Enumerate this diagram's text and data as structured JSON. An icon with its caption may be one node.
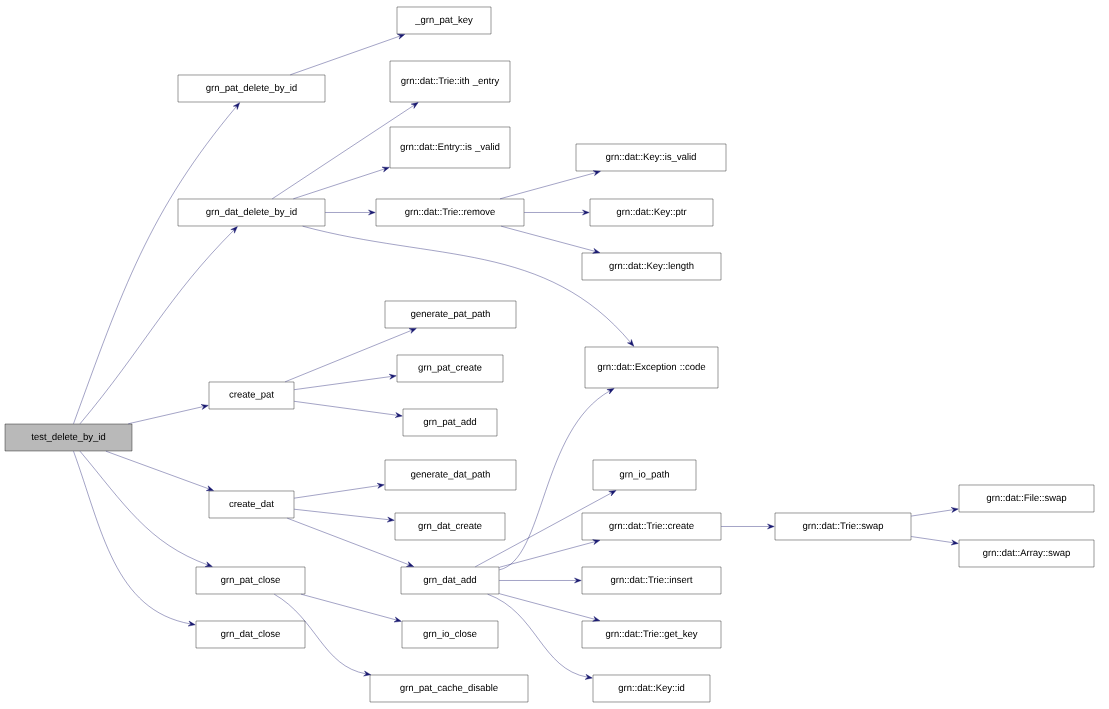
{
  "diagram": {
    "nodes": [
      {
        "text": [
          "test_delete_by_id"
        ]
      },
      {
        "text": [
          "grn_pat_delete_by_id"
        ]
      },
      {
        "text": [
          "_grn_pat_key"
        ]
      },
      {
        "text": [
          "grn_dat_delete_by_id"
        ]
      },
      {
        "text": [
          "grn::dat::Trie::ith _entry"
        ]
      },
      {
        "text": [
          "grn::dat::Entry::is _valid"
        ]
      },
      {
        "text": [
          "grn::dat::Trie::remove"
        ]
      },
      {
        "text": [
          "grn::dat::Key::is_valid"
        ]
      },
      {
        "text": [
          "grn::dat::Key::ptr"
        ]
      },
      {
        "text": [
          "grn::dat::Key::length"
        ]
      },
      {
        "text": [
          "grn::dat::Exception ::code"
        ]
      },
      {
        "text": [
          "create_pat"
        ]
      },
      {
        "text": [
          "generate_pat_path"
        ]
      },
      {
        "text": [
          "grn_pat_create"
        ]
      },
      {
        "text": [
          "grn_pat_add"
        ]
      },
      {
        "text": [
          "create_dat"
        ]
      },
      {
        "text": [
          "generate_dat_path"
        ]
      },
      {
        "text": [
          "grn_dat_create"
        ]
      },
      {
        "text": [
          "grn_dat_add"
        ]
      },
      {
        "text": [
          "grn_io_path"
        ]
      },
      {
        "text": [
          "grn::dat::Trie::create"
        ]
      },
      {
        "text": [
          "grn::dat::Trie::swap"
        ]
      },
      {
        "text": [
          "grn::dat::File::swap"
        ]
      },
      {
        "text": [
          "grn::dat::Array::swap"
        ]
      },
      {
        "text": [
          "grn::dat::Trie::insert"
        ]
      },
      {
        "text": [
          "grn::dat::Trie::get_key"
        ]
      },
      {
        "text": [
          "grn::dat::Key::id"
        ]
      },
      {
        "text": [
          "grn_pat_close"
        ]
      },
      {
        "text": [
          "grn_io_close"
        ]
      },
      {
        "text": [
          "grn_pat_cache_disable"
        ]
      },
      {
        "text": [
          "grn_dat_close"
        ]
      }
    ],
    "edges": [
      {
        "from": 0,
        "to": 1,
        "arrow": "to"
      },
      {
        "from": 0,
        "to": 3,
        "arrow": "to"
      },
      {
        "from": 0,
        "to": 11,
        "arrow": "to"
      },
      {
        "from": 0,
        "to": 15,
        "arrow": "to"
      },
      {
        "from": 0,
        "to": 27,
        "arrow": "to"
      },
      {
        "from": 0,
        "to": 30,
        "arrow": "to"
      },
      {
        "from": 1,
        "to": 2,
        "arrow": "to"
      },
      {
        "from": 3,
        "to": 4,
        "arrow": "to"
      },
      {
        "from": 3,
        "to": 5,
        "arrow": "to"
      },
      {
        "from": 3,
        "to": 6,
        "arrow": "to"
      },
      {
        "from": 3,
        "to": 10,
        "arrow": "to"
      },
      {
        "from": 6,
        "to": 7,
        "arrow": "to"
      },
      {
        "from": 6,
        "to": 8,
        "arrow": "to"
      },
      {
        "from": 6,
        "to": 9,
        "arrow": "to"
      },
      {
        "from": 11,
        "to": 12,
        "arrow": "to"
      },
      {
        "from": 11,
        "to": 13,
        "arrow": "to"
      },
      {
        "from": 11,
        "to": 14,
        "arrow": "to"
      },
      {
        "from": 15,
        "to": 16,
        "arrow": "to"
      },
      {
        "from": 15,
        "to": 17,
        "arrow": "to"
      },
      {
        "from": 15,
        "to": 18,
        "arrow": "to"
      },
      {
        "from": 18,
        "to": 10,
        "arrow": "to"
      },
      {
        "from": 18,
        "to": 19,
        "arrow": "to"
      },
      {
        "from": 18,
        "to": 20,
        "arrow": "to"
      },
      {
        "from": 18,
        "to": 24,
        "arrow": "to"
      },
      {
        "from": 18,
        "to": 25,
        "arrow": "to"
      },
      {
        "from": 18,
        "to": 26,
        "arrow": "to"
      },
      {
        "from": 20,
        "to": 21,
        "arrow": "to"
      },
      {
        "from": 21,
        "to": 22,
        "arrow": "to"
      },
      {
        "from": 21,
        "to": 23,
        "arrow": "to"
      },
      {
        "from": 27,
        "to": 28,
        "arrow": "to"
      },
      {
        "from": 27,
        "to": 29,
        "arrow": "to"
      }
    ]
  }
}
